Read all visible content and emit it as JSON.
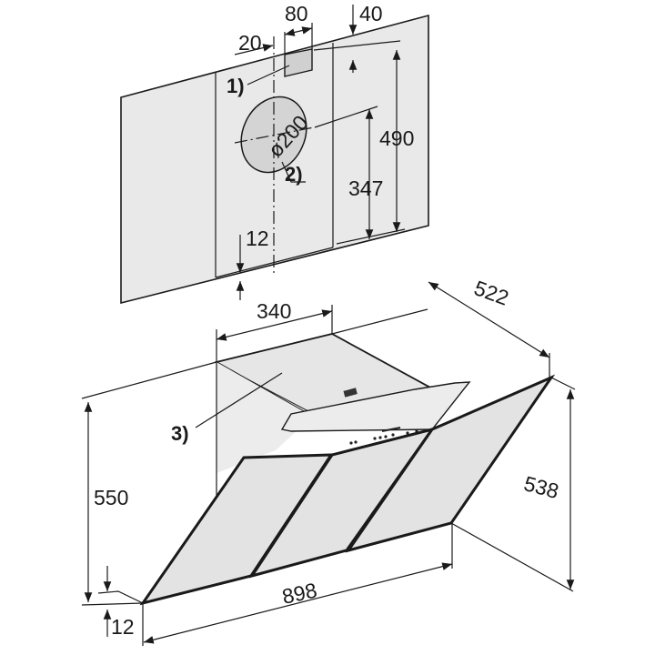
{
  "diagram": {
    "wall_plate": {
      "dimensions": {
        "offset_left": "20",
        "cutout_width": "80",
        "top_offset": "40",
        "total_height": "490",
        "duct_height": "347",
        "bottom_offset": "12",
        "duct_diameter": "ø200"
      },
      "callouts": {
        "cutout": "1)",
        "duct_opening": "2)"
      }
    },
    "hood": {
      "dimensions": {
        "chimney_width": "340",
        "depth": "522",
        "height_left": "550",
        "height_right": "538",
        "width": "898",
        "bottom_offset": "12"
      },
      "callouts": {
        "filter": "3)"
      }
    },
    "colors": {
      "line": "#1a1a1a",
      "surface": "#e9e9e9",
      "glass": "#e3e3e3"
    }
  }
}
